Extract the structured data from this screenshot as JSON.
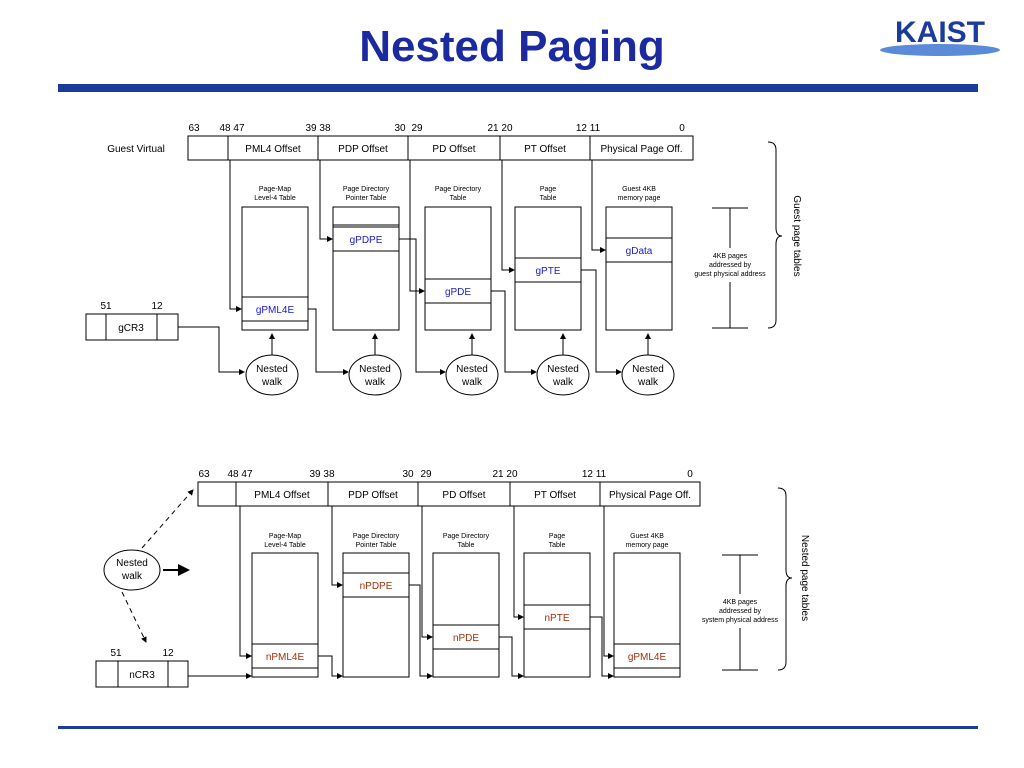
{
  "title": "Nested Paging",
  "logo_text": "KAIST",
  "colors": {
    "title": "#1c2aa0",
    "rule": "#1c3c9c",
    "guest_entry": "#1a1acc",
    "nested_entry": "#a0300c"
  },
  "top": {
    "bits": [
      "63",
      "48 47",
      "39 38",
      "30",
      "29",
      "21 20",
      "12 11",
      "0"
    ],
    "row_label": "Guest Virtual",
    "fields": [
      "PML4 Offset",
      "PDP Offset",
      "PD Offset",
      "PT Offset",
      "Physical Page Off."
    ],
    "table_titles": [
      [
        "Page-Map",
        "Level-4 Table"
      ],
      [
        "Page Directory",
        "Pointer Table"
      ],
      [
        "Page Directory",
        "Table"
      ],
      [
        "Page",
        "Table"
      ],
      [
        "Guest 4KB",
        "memory page"
      ]
    ],
    "entries": [
      "gPML4E",
      "gPDPE",
      "gPDE",
      "gPTE",
      "gData"
    ],
    "cr3": "gCR3",
    "cr3_bits": [
      "51",
      "12"
    ],
    "walk": [
      "Nested",
      "walk"
    ],
    "note": [
      "4KB pages",
      "addressed by",
      "guest physical address"
    ],
    "side_label": "Guest page tables"
  },
  "bottom": {
    "bits": [
      "63",
      "48 47",
      "39 38",
      "30",
      "29",
      "21 20",
      "12 11",
      "0"
    ],
    "fields": [
      "PML4 Offset",
      "PDP Offset",
      "PD Offset",
      "PT Offset",
      "Physical Page Off."
    ],
    "table_titles": [
      [
        "Page-Map",
        "Level-4 Table"
      ],
      [
        "Page Directory",
        "Pointer Table"
      ],
      [
        "Page Directory",
        "Table"
      ],
      [
        "Page",
        "Table"
      ],
      [
        "Guest 4KB",
        "memory page"
      ]
    ],
    "entries": [
      "nPML4E",
      "nPDPE",
      "nPDE",
      "nPTE",
      "gPML4E"
    ],
    "cr3": "nCR3",
    "cr3_bits": [
      "51",
      "12"
    ],
    "walk": [
      "Nested",
      "walk"
    ],
    "note": [
      "4KB pages",
      "addressed by",
      "system physical address"
    ],
    "side_label": "Nested page tables"
  }
}
